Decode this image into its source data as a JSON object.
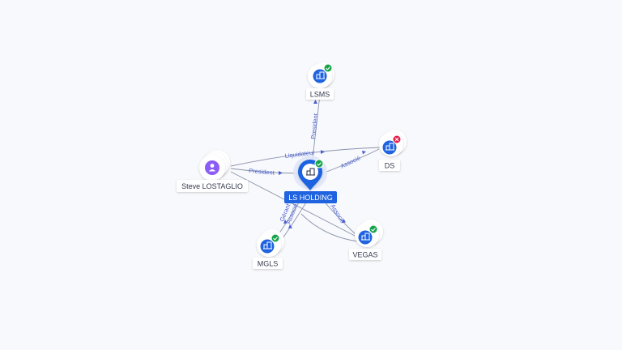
{
  "colors": {
    "edge": "#7f8aa6",
    "edge_label": "#4a5fd0",
    "company_icon_bg": "#1f63e0",
    "person_icon_bg": "#8b5cf6",
    "status_ok": "#16a34a",
    "status_error": "#e11d48",
    "center_pin": "#1f63e0",
    "label_bg": "#ffffff"
  },
  "center": {
    "label": "LS HOLDING",
    "icon": "building-icon",
    "status": "ok"
  },
  "nodes": {
    "lsms": {
      "label": "LSMS",
      "icon": "building-icon",
      "status": "ok"
    },
    "ds": {
      "label": "DS",
      "icon": "building-icon",
      "status": "error"
    },
    "vegas": {
      "label": "VEGAS",
      "icon": "building-icon",
      "status": "ok"
    },
    "mgls": {
      "label": "MGLS",
      "icon": "building-icon",
      "status": "ok"
    },
    "person": {
      "label": "Steve LOSTAGLIO",
      "icon": "person-icon",
      "status": "none"
    }
  },
  "edges": {
    "person_center": "President",
    "person_ds": "Liquidateur",
    "lsms_center": "President",
    "center_ds": "Associé",
    "center_vegas": "Associé",
    "center_mgls_1": "Gérant",
    "center_mgls_2": "Associé"
  }
}
